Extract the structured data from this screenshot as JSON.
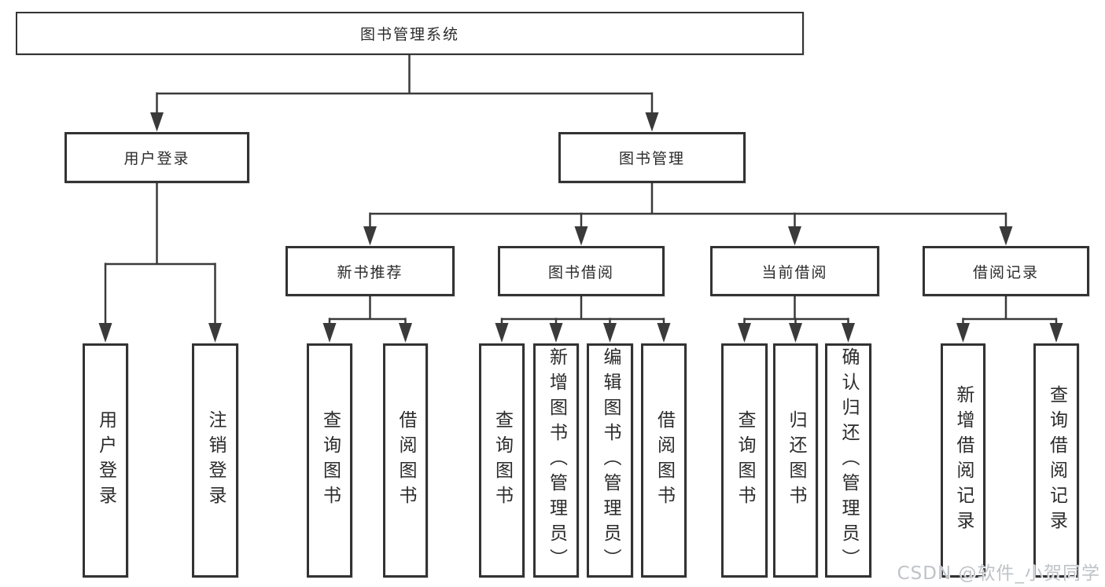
{
  "colors": {
    "line": "#3a3a3a",
    "box_border": "#333333",
    "box_background": "#ffffff",
    "text": "#2b2b2b",
    "watermark": "#bfc3c7"
  },
  "watermark": {
    "text": "CSDN @软件_小贺同学"
  },
  "tree": {
    "root": {
      "label": "图书管理系统"
    },
    "branches": [
      {
        "label": "用户登录",
        "children": [
          {
            "label": "用户登录"
          },
          {
            "label": "注销登录"
          }
        ]
      },
      {
        "label": "图书管理",
        "groups": [
          {
            "label": "新书推荐",
            "children": [
              {
                "label": "查询图书"
              },
              {
                "label": "借阅图书"
              }
            ]
          },
          {
            "label": "图书借阅",
            "children": [
              {
                "label": "查询图书"
              },
              {
                "label": "新增图书（管理员）"
              },
              {
                "label": "编辑图书（管理员）"
              },
              {
                "label": "借阅图书"
              }
            ]
          },
          {
            "label": "当前借阅",
            "children": [
              {
                "label": "查询图书"
              },
              {
                "label": "归还图书"
              },
              {
                "label": "确认归还（管理员）"
              }
            ]
          },
          {
            "label": "借阅记录",
            "children": [
              {
                "label": "新增借阅记录"
              },
              {
                "label": "查询借阅记录"
              }
            ]
          }
        ]
      }
    ]
  }
}
